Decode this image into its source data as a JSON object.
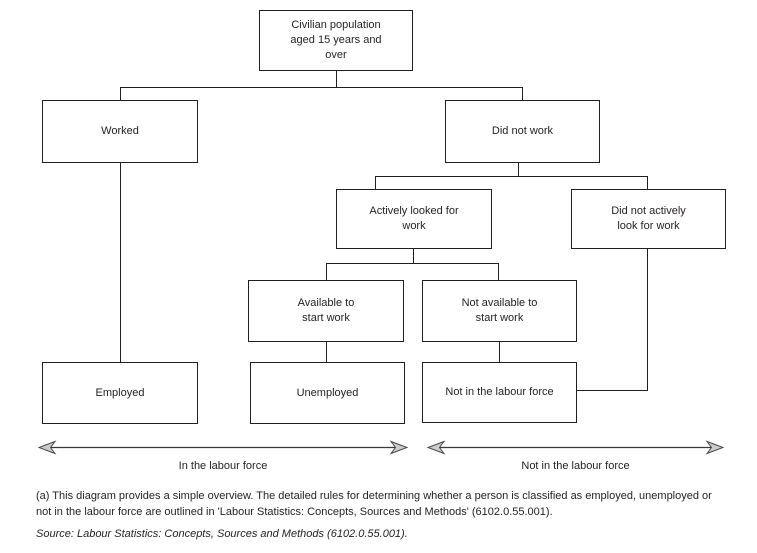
{
  "diagram": {
    "nodes": {
      "civilian": {
        "label": "Civilian population aged 15 years and over"
      },
      "worked": {
        "label": "Worked"
      },
      "did_not_work": {
        "label": "Did not work"
      },
      "actively_looked": {
        "label": "Actively looked for work"
      },
      "did_not_actively": {
        "label": "Did not actively look for work"
      },
      "available": {
        "label": "Available to start work"
      },
      "not_available": {
        "label": "Not available to start work"
      },
      "employed": {
        "label": "Employed"
      },
      "unemployed": {
        "label": "Unemployed"
      },
      "not_in_labour_force": {
        "label": "Not in the labour force"
      }
    },
    "axes": {
      "in_labour_force": "In the labour force",
      "not_in_labour_force": "Not in the labour force"
    }
  },
  "footnote": "(a) This diagram provides a simple overview. The detailed rules for determining whether a person is classified as employed, unemployed or not in the labour force are outlined in 'Labour Statistics: Concepts, Sources and Methods' (6102.0.55.001).",
  "source": "Source: Labour Statistics: Concepts, Sources and Methods (6102.0.55.001).",
  "colors": {
    "line": "#231f20",
    "arrow_fill": "#cccccc",
    "arrow_stroke": "#4a4a4a",
    "text": "#231f20"
  }
}
